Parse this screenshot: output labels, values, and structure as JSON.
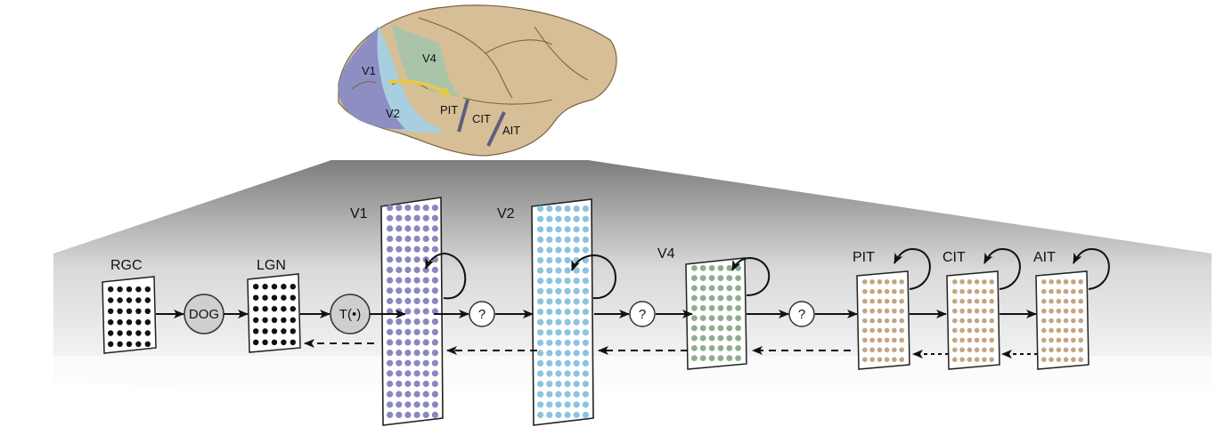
{
  "brain": {
    "areas": [
      {
        "id": "v1",
        "label": "V1",
        "color": "#8d8fc3"
      },
      {
        "id": "v2",
        "label": "V2",
        "color": "#a8cfe0"
      },
      {
        "id": "v4",
        "label": "V4",
        "color": "#a9c4a9"
      },
      {
        "id": "pit",
        "label": "PIT",
        "color": "#c9b08e"
      },
      {
        "id": "cit",
        "label": "CIT",
        "color": "#c9b08e"
      },
      {
        "id": "ait",
        "label": "AIT",
        "color": "#c9b08e"
      }
    ],
    "cortex_color": "#d6bf96",
    "pathway_arrow_color": "#e8c84a"
  },
  "pipeline": {
    "stages": [
      {
        "id": "rgc",
        "label": "RGC",
        "dot_color": "#111111"
      },
      {
        "id": "lgn",
        "label": "LGN",
        "dot_color": "#111111"
      },
      {
        "id": "v1",
        "label": "V1",
        "dot_color": "#8a88bd"
      },
      {
        "id": "v2",
        "label": "V2",
        "dot_color": "#8cc4df"
      },
      {
        "id": "v4",
        "label": "V4",
        "dot_color": "#8fad8f"
      },
      {
        "id": "pit",
        "label": "PIT",
        "dot_color": "#c4a582"
      },
      {
        "id": "cit",
        "label": "CIT",
        "dot_color": "#c4a582"
      },
      {
        "id": "ait",
        "label": "AIT",
        "dot_color": "#c4a582"
      }
    ],
    "operators": [
      {
        "id": "dog",
        "label": "DOG"
      },
      {
        "id": "threshold",
        "label": "T(•)"
      },
      {
        "id": "unknown-1",
        "label": "?"
      },
      {
        "id": "unknown-2",
        "label": "?"
      },
      {
        "id": "unknown-3",
        "label": "?"
      }
    ]
  }
}
